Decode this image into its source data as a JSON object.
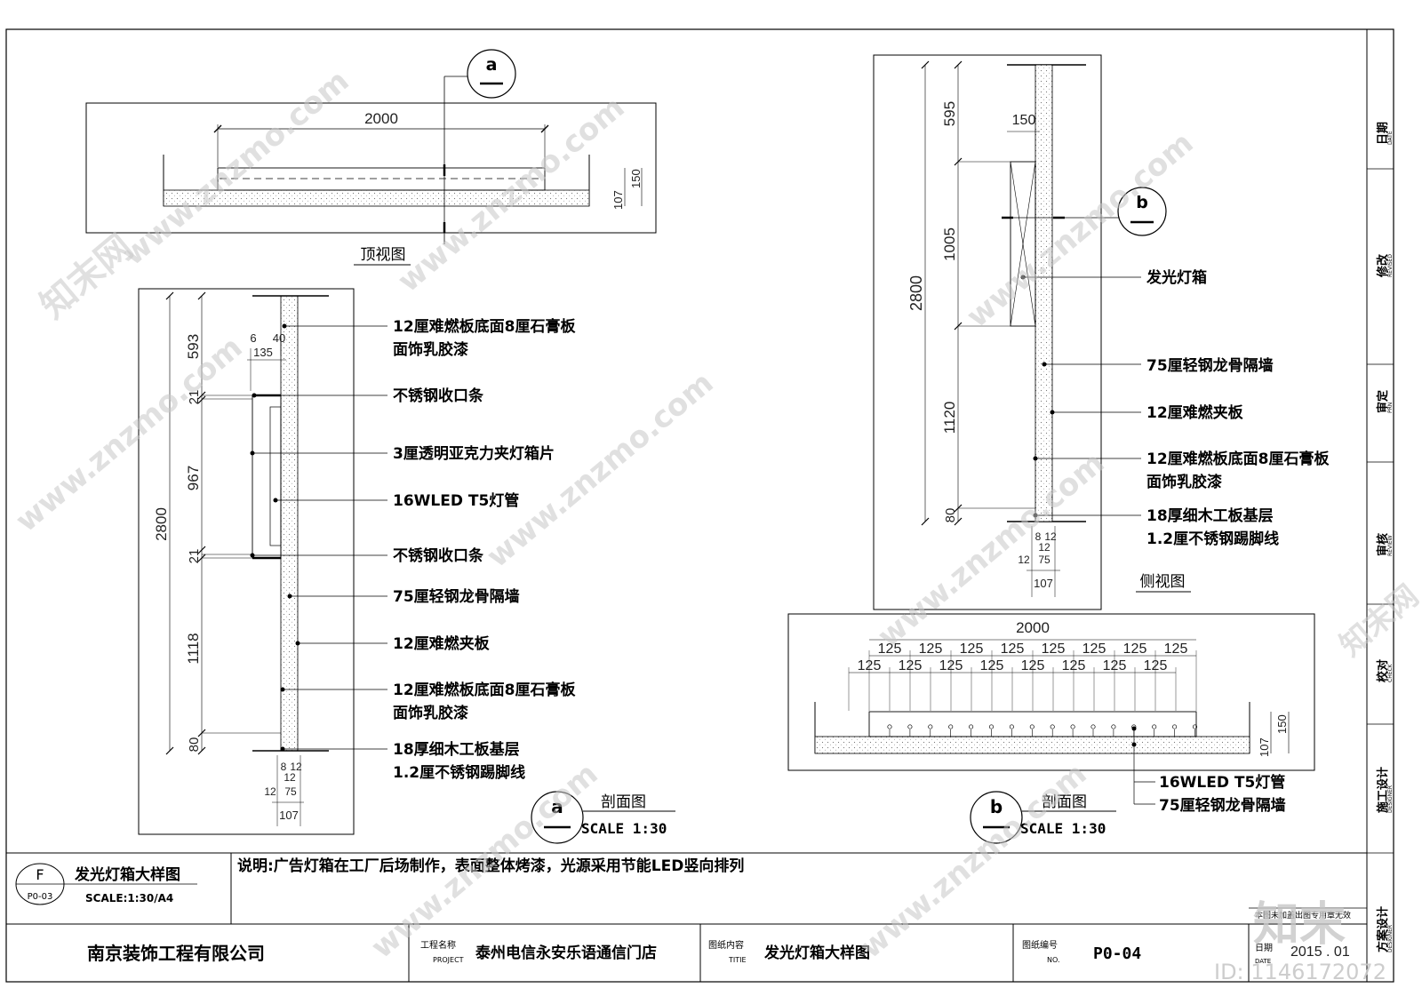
{
  "views": {
    "top": {
      "title": "顶视图",
      "width": "2000",
      "dim_a": "107",
      "dim_b": "150"
    },
    "section_a": {
      "heights": [
        "593",
        "21",
        "967",
        "21",
        "1118",
        "80"
      ],
      "total": "2800",
      "top_dims": [
        "6",
        "40",
        "135"
      ],
      "bottom_dims": [
        "8",
        "12",
        "12",
        "12",
        "75",
        "107"
      ],
      "callouts": [
        {
          "lines": [
            "12厘难燃板底面8厘石膏板",
            "面饰乳胶漆"
          ]
        },
        {
          "lines": [
            "不锈钢收口条"
          ]
        },
        {
          "lines": [
            "3厘透明亚克力夹灯箱片"
          ]
        },
        {
          "lines": [
            "16WLED T5灯管"
          ]
        },
        {
          "lines": [
            "不锈钢收口条"
          ]
        },
        {
          "lines": [
            "75厘轻钢龙骨隔墙"
          ]
        },
        {
          "lines": [
            "12厘难燃夹板"
          ]
        },
        {
          "lines": [
            "12厘难燃板底面8厘石膏板",
            "面饰乳胶漆"
          ]
        },
        {
          "lines": [
            "18厚细木工板基层",
            "1.2厘不锈钢踢脚线"
          ]
        }
      ],
      "label_letter": "a",
      "label_title": "剖面图",
      "label_scale": "SCALE 1:30"
    },
    "side": {
      "title": "侧视图",
      "heights": [
        "595",
        "1005",
        "1120",
        "80"
      ],
      "total": "2800",
      "top_dim": "150",
      "bottom_dims": [
        "8",
        "12",
        "12",
        "12",
        "75",
        "107"
      ],
      "callouts": [
        {
          "lines": [
            "发光灯箱"
          ]
        },
        {
          "lines": [
            "75厘轻钢龙骨隔墙"
          ]
        },
        {
          "lines": [
            "12厘难燃夹板"
          ]
        },
        {
          "lines": [
            "12厘难燃板底面8厘石膏板",
            "面饰乳胶漆"
          ]
        },
        {
          "lines": [
            "18厚细木工板基层",
            "1.2厘不锈钢踢脚线"
          ]
        }
      ]
    },
    "section_b": {
      "width": "2000",
      "spacing": "125",
      "dim_a": "107",
      "dim_b": "150",
      "callouts": [
        {
          "lines": [
            "16WLED T5灯管"
          ]
        },
        {
          "lines": [
            "75厘轻钢龙骨隔墙"
          ]
        }
      ],
      "label_letter": "b",
      "label_title": "剖面图",
      "label_scale": "SCALE 1:30"
    }
  },
  "section_markers": {
    "a": "a",
    "b": "b"
  },
  "drawing_label": {
    "letter": "F",
    "code": "P0-03",
    "title": "发光灯箱大样图",
    "scale": "SCALE:1:30/A4"
  },
  "note": "说明:广告灯箱在工厂后场制作，表面整体烤漆，光源采用节能LED竖向排列",
  "title_block": {
    "company": "南京装饰工程有限公司",
    "project_label_cn": "工程名称",
    "project_label_en": "PROJECT",
    "project": "泰州电信永安乐语通信门店",
    "content_label_cn": "图纸内容",
    "content_label_en": "TITIE",
    "content": "发光灯箱大样图",
    "number_label_cn": "图纸编号",
    "number_label_en": "NO.",
    "number": "P0-04",
    "date_label_cn": "日期",
    "date_label_en": "DATE",
    "date": "2015 . 01",
    "stamp_note": "本图未加盖出图专用章无效"
  },
  "side_fields": [
    {
      "cn": "日期",
      "en": "DATE"
    },
    {
      "cn": "修改",
      "en": "REVISED"
    },
    {
      "cn": "审定",
      "en": "PRN"
    },
    {
      "cn": "审核",
      "en": "REVIEW"
    },
    {
      "cn": "校对",
      "en": "CHECK"
    },
    {
      "cn": "施工设计",
      "en": "DESIGNER"
    },
    {
      "cn": "方案设计",
      "en": "DESIGNER"
    }
  ],
  "watermarks": {
    "site": "www.znzmo.com",
    "brand": "知末网",
    "logo": "知末",
    "id": "ID: 1146172072"
  }
}
